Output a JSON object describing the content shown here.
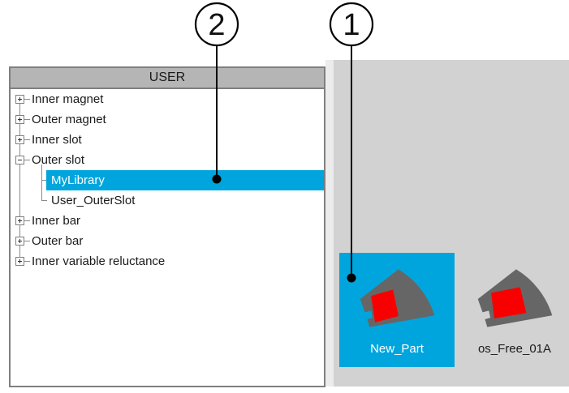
{
  "colors": {
    "selection_blue": "#00a5dd",
    "panel_gray": "#d2d2d2",
    "separator_gray": "#ececec",
    "header_gray": "#b5b5b5",
    "border_gray": "#7f7f7f",
    "shape_gray": "#666666",
    "shape_red": "#f90000"
  },
  "library_panel": {
    "title": "USER",
    "tree": [
      {
        "label": "Inner magnet",
        "state": "collapsed",
        "level": 0
      },
      {
        "label": "Outer magnet",
        "state": "collapsed",
        "level": 0
      },
      {
        "label": "Inner slot",
        "state": "collapsed",
        "level": 0
      },
      {
        "label": "Outer slot",
        "state": "expanded",
        "level": 0
      },
      {
        "label": "MyLibrary",
        "level": 1,
        "selected": true
      },
      {
        "label": "User_OuterSlot",
        "level": 1,
        "selected": false
      },
      {
        "label": "Inner bar",
        "state": "collapsed",
        "level": 0
      },
      {
        "label": "Outer bar",
        "state": "collapsed",
        "level": 0
      },
      {
        "label": "Inner variable reluctance",
        "state": "collapsed",
        "level": 0
      }
    ]
  },
  "parts_panel": {
    "items": [
      {
        "label": "New_Part",
        "selected": true
      },
      {
        "label": "os_Free_01A",
        "selected": false
      }
    ]
  },
  "callouts": [
    {
      "number": "2"
    },
    {
      "number": "1"
    }
  ]
}
